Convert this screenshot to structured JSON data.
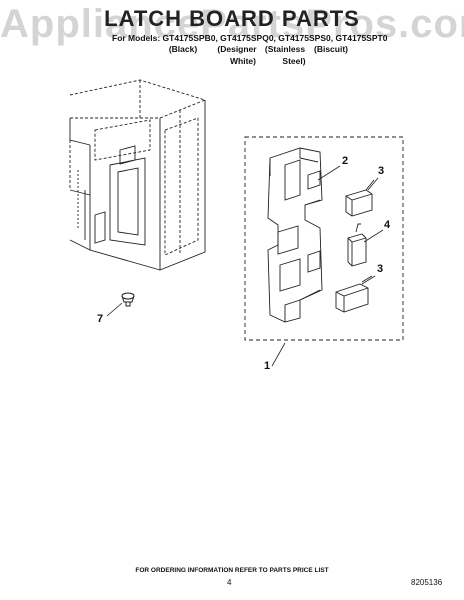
{
  "watermark": "AppliancePartsPros.com",
  "header": {
    "title": "LATCH BOARD PARTS",
    "models_line": "For Models: GT4175SPB0, GT4175SPQ0, GT4175SPS0, GT4175SPT0",
    "finishes": [
      {
        "line1": "(Black)",
        "line2": ""
      },
      {
        "line1": "(Designer",
        "line2": "White)"
      },
      {
        "line1": "(Stainless",
        "line2": "Steel)"
      },
      {
        "line1": "(Biscuit)",
        "line2": ""
      }
    ]
  },
  "callouts": {
    "c1": "1",
    "c2": "2",
    "c3a": "3",
    "c4": "4",
    "c3b": "3",
    "c7": "7"
  },
  "footer": {
    "ordering_note": "FOR ORDERING INFORMATION REFER TO PARTS PRICE LIST",
    "page_number": "4",
    "doc_number": "8205136"
  }
}
